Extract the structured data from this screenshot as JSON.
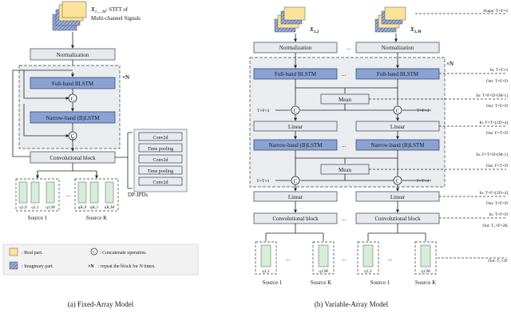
{
  "left": {
    "input_label": "X",
    "input_sub": "1,...,M",
    "input_desc1": ": STFT of",
    "input_desc2": "Multi-channel Signals",
    "norm": "Normalization",
    "fullband": "Full-band BLSTM",
    "narrowband": "Narrow-band (B)LSTM",
    "repeat": "×N",
    "concat": "C",
    "conv": "Convolutional block",
    "convdetail": [
      "Conv2d",
      "Time pooling",
      "Conv2d",
      "Time pooling",
      "Conv2d"
    ],
    "source1": "Source 1",
    "sourcek": "Source K",
    "dots": "...",
    "dpipd": "DP-IPDs",
    "q": [
      "q1,0",
      "q1,1",
      "q1,M",
      "qK,0",
      "qK,1",
      "qK,M"
    ],
    "caption": "(a) Fixed-Array Model"
  },
  "legend": {
    "real": ": Real part.",
    "imag": ": Imaginary part.",
    "concat": ": Concatenate operation.",
    "repeat_sym": "×N",
    "repeat": ": repeat the block for N times."
  },
  "right": {
    "x12": "X",
    "x12_sub": "1,2",
    "x1m": "X",
    "x1m_sub": "1,M",
    "norm": "Normalization",
    "fullband": "Full-band BLSTM",
    "narrowband": "Narrow-band (B)LSTM",
    "mean": "Mean",
    "linear": "Linear",
    "conv": "Convolutional block",
    "repeat": "×N",
    "tx4": "T×F×4",
    "fx4": "F×T×4",
    "source1": "Source 1",
    "sourcek": "Source K",
    "dots": "...",
    "q12": "q1,2",
    "q1m": "q1,M",
    "caption": "(b) Variable-Array Model"
  },
  "shapes": {
    "shape": "Shape: T×F×4",
    "in1": "In: T×F×4",
    "out1": "Out: T×F×D",
    "in2": "In: T×F×D×[M-1]",
    "out2": "Out: T×F×D",
    "in3": "In: F×T×[2D+4]",
    "out3": "Out: F×T×D",
    "in4": "In: F×T×D×[M-1]",
    "out4": "Out: F×T×D",
    "in5": "In: T×F×[2D+4]",
    "out5": "Out: T×F×D",
    "in6": "In: T×F×D",
    "out6": "Out: T₂×F×2K",
    "out7": "Out: T₂×2F"
  },
  "colors": {
    "real": "#fbe49a",
    "imag_bg": "#6c86c4",
    "block": "#e6e9ee",
    "lstm": "#8aa2d2",
    "region": "#eaecf0",
    "ipd": "#d7ecd9"
  }
}
